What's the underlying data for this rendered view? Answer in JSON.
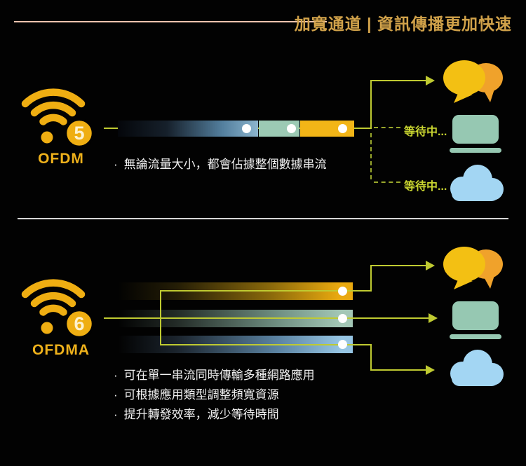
{
  "header": {
    "title": "加寬通道 | 資訊傳播更加快速"
  },
  "sections": {
    "ofdm": {
      "wifi_generation": "5",
      "label": "OFDM",
      "bullet_marker": "·",
      "bullets": [
        "無論流量大小，都會佔據整個數據串流"
      ],
      "waiting_labels": [
        "等待中...",
        "等待中..."
      ]
    },
    "ofdma": {
      "wifi_generation": "6",
      "label": "OFDMA",
      "bullet_marker": "·",
      "bullets": [
        "可在單一串流同時傳輸多種網路應用",
        "可根據應用類型調整頻寬資源",
        "提升轉發效率，減少等待時間"
      ]
    }
  },
  "icons": {
    "wifi": "wifi-icon",
    "chat": "chat-bubbles-icon",
    "laptop": "laptop-icon",
    "cloud": "cloud-icon"
  },
  "colors": {
    "bg": "#020202",
    "gold": "#efae12",
    "badge-text": "#fdf2cf",
    "label-gold": "#eeb11b",
    "title-gold": "#d1a24a",
    "title-line": "#eec4ae",
    "line-green": "#bfca31",
    "dash-green": "#98a62c",
    "waiting-green": "#c9d530",
    "seg-blue": "#8cb5cd",
    "seg-teal": "#9ccab4",
    "seg-yellow": "#f2b517",
    "bar-gold": "#e9a90f",
    "bar-teal": "#a3c7b6",
    "bar-blue": "#96c5e3",
    "divider": "#d6d6d6",
    "text-white": "#f0f0f0",
    "chat-yellow": "#f3c013",
    "chat-orange": "#f0a22b",
    "laptop-teal": "#96c8b2",
    "cloud-blue": "#a3d6f3",
    "dot-white": "#ffffff"
  }
}
